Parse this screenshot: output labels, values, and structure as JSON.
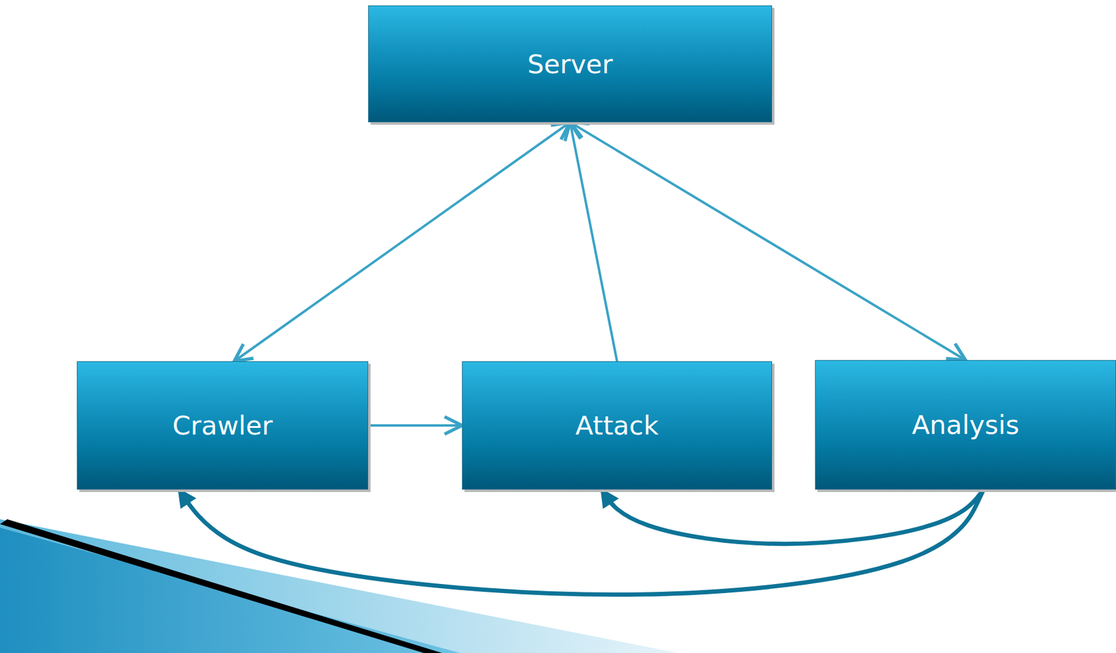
{
  "diagram": {
    "nodes": [
      {
        "text": [
          "Server"
        ]
      },
      {
        "text": [
          "Crawler"
        ]
      },
      {
        "text": [
          "Attack"
        ]
      },
      {
        "text": [
          "Analysis"
        ]
      }
    ],
    "edges": [
      {
        "from": 0,
        "to": 1,
        "arrow": "both"
      },
      {
        "from": 2,
        "to": 0,
        "arrow": "to"
      },
      {
        "from": 0,
        "to": 3,
        "arrow": "both"
      },
      {
        "from": 1,
        "to": 2,
        "arrow": "to"
      },
      {
        "from": 3,
        "to": 2,
        "arrow": "to"
      },
      {
        "from": 3,
        "to": 1,
        "arrow": "to"
      }
    ]
  }
}
